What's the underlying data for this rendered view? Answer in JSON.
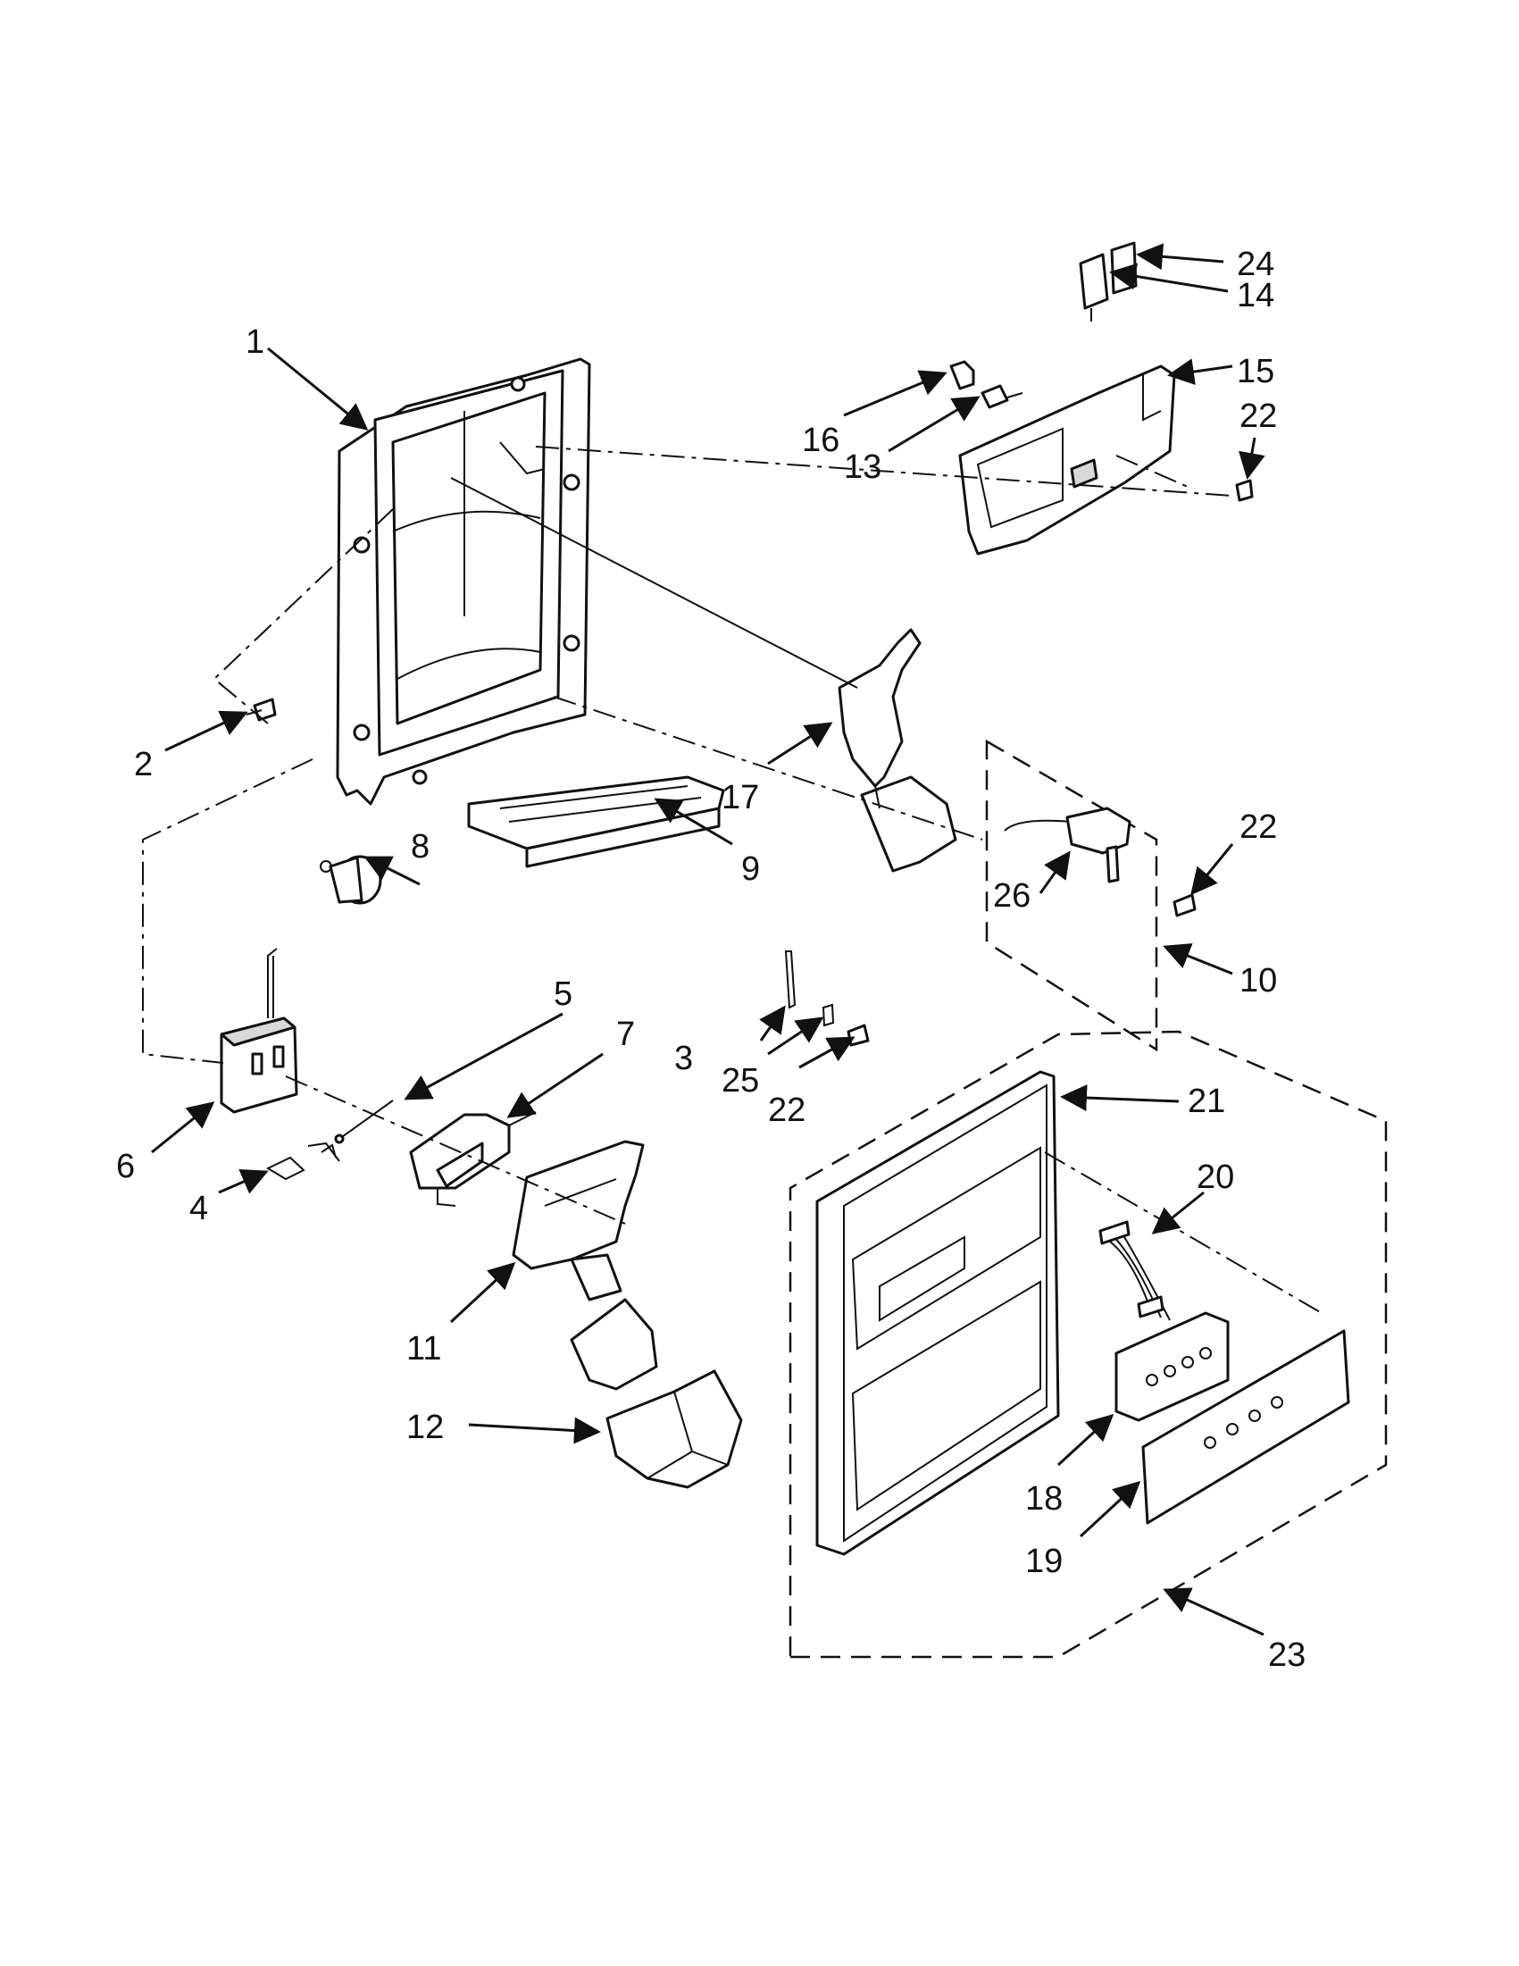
{
  "callouts": {
    "c1": "1",
    "c2": "2",
    "c3": "3",
    "c4": "4",
    "c5": "5",
    "c6": "6",
    "c7": "7",
    "c8": "8",
    "c9": "9",
    "c10": "10",
    "c11": "11",
    "c12": "12",
    "c13": "13",
    "c14": "14",
    "c15": "15",
    "c16": "16",
    "c17": "17",
    "c18": "18",
    "c19": "19",
    "c20": "20",
    "c21": "21",
    "c22a": "22",
    "c22b": "22",
    "c22c": "22",
    "c23": "23",
    "c24": "24",
    "c25": "25",
    "c26": "26"
  }
}
